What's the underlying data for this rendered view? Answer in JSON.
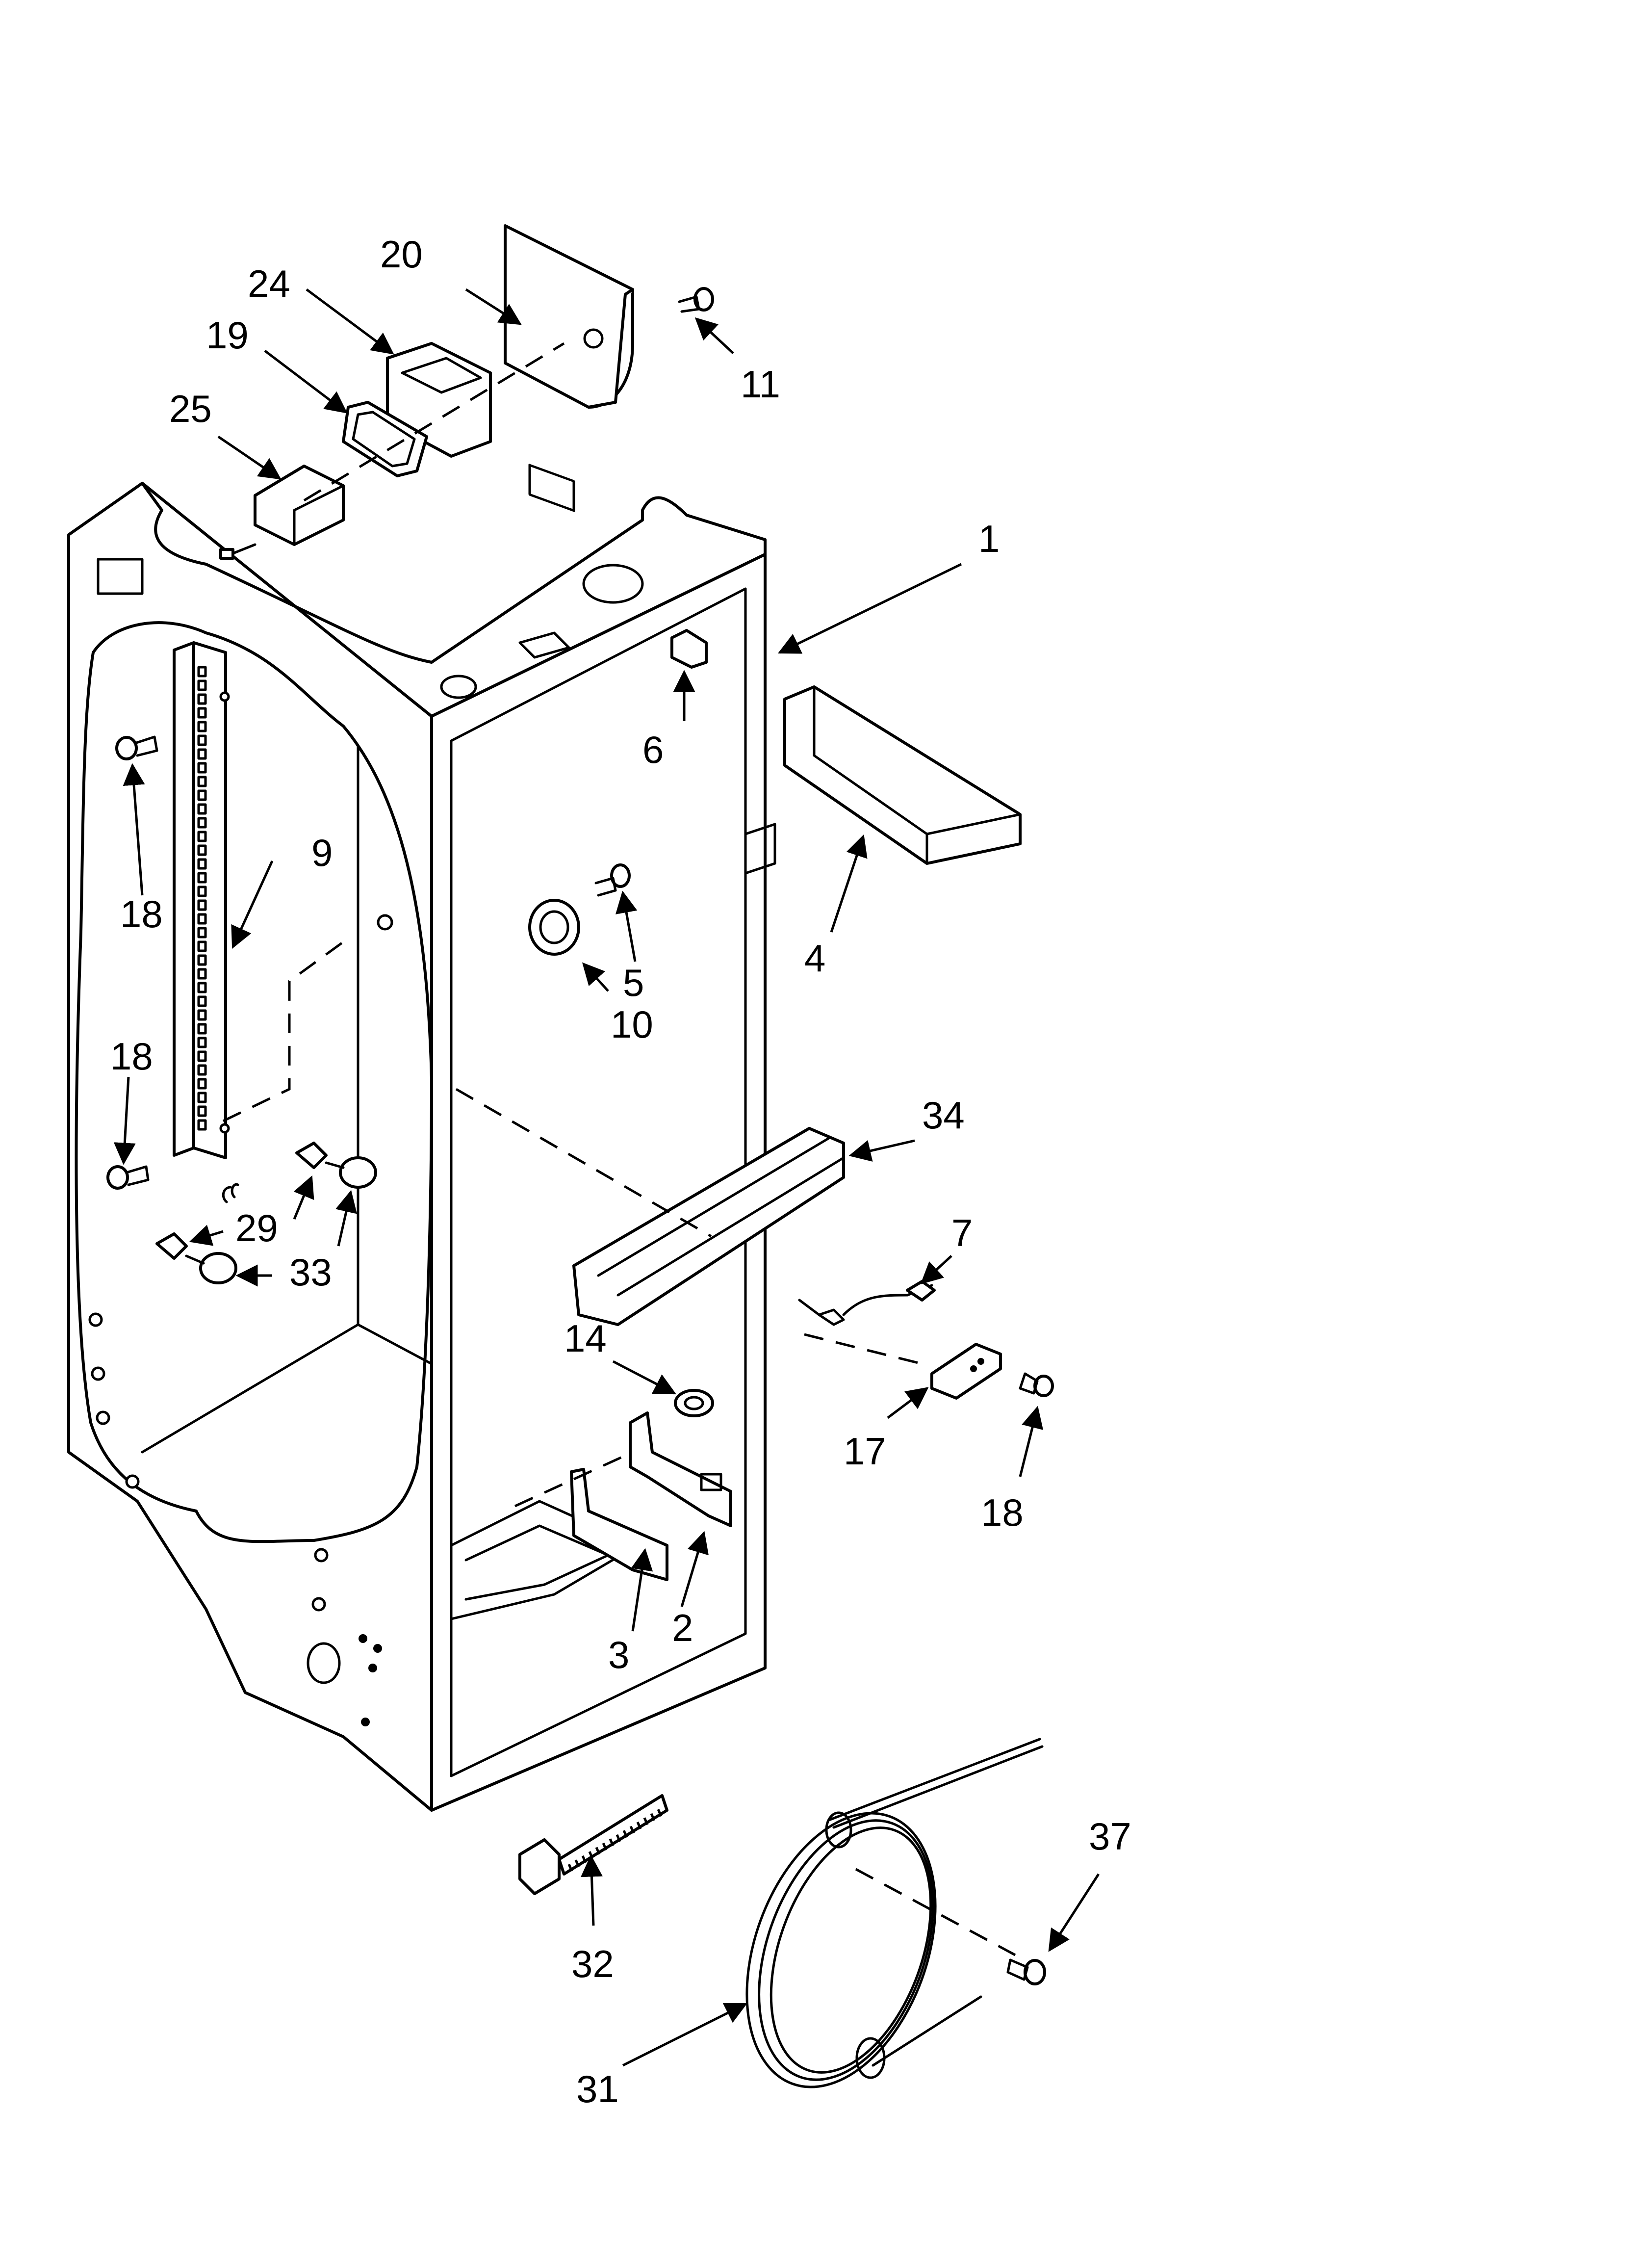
{
  "callouts": [
    {
      "id": "c1",
      "label": "1"
    },
    {
      "id": "c2",
      "label": "2"
    },
    {
      "id": "c3",
      "label": "3"
    },
    {
      "id": "c4",
      "label": "4"
    },
    {
      "id": "c5",
      "label": "5"
    },
    {
      "id": "c6",
      "label": "6"
    },
    {
      "id": "c7",
      "label": "7"
    },
    {
      "id": "c9",
      "label": "9"
    },
    {
      "id": "c10",
      "label": "10"
    },
    {
      "id": "c11",
      "label": "11"
    },
    {
      "id": "c14",
      "label": "14"
    },
    {
      "id": "c17",
      "label": "17"
    },
    {
      "id": "c18a",
      "label": "18"
    },
    {
      "id": "c18b",
      "label": "18"
    },
    {
      "id": "c18c",
      "label": "18"
    },
    {
      "id": "c19",
      "label": "19"
    },
    {
      "id": "c20",
      "label": "20"
    },
    {
      "id": "c24",
      "label": "24"
    },
    {
      "id": "c25",
      "label": "25"
    },
    {
      "id": "c29",
      "label": "29"
    },
    {
      "id": "c31",
      "label": "31"
    },
    {
      "id": "c32",
      "label": "32"
    },
    {
      "id": "c33",
      "label": "33"
    },
    {
      "id": "c34",
      "label": "34"
    },
    {
      "id": "c37",
      "label": "37"
    }
  ]
}
